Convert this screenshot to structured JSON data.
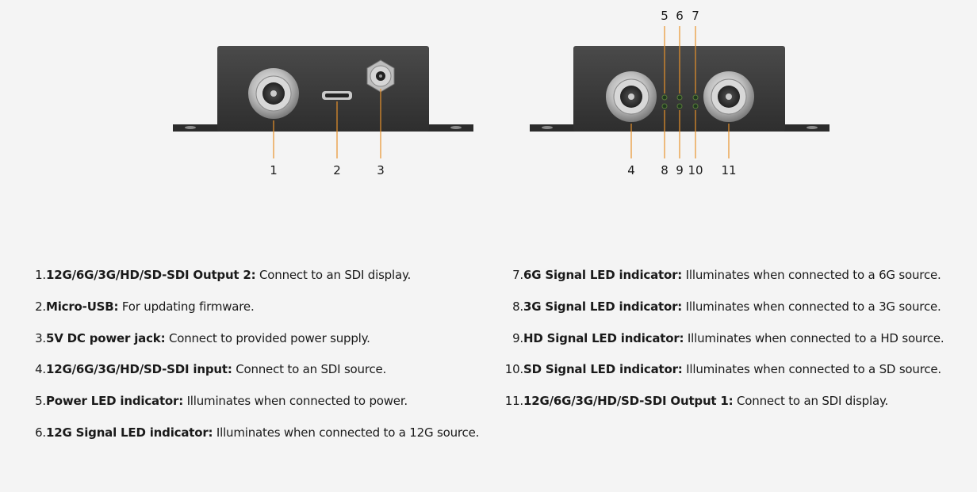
{
  "callouts": {
    "c1": "1",
    "c2": "2",
    "c3": "3",
    "c4": "4",
    "c5": "5",
    "c6": "6",
    "c7": "7",
    "c8": "8",
    "c9": "9",
    "c10": "10",
    "c11": "11"
  },
  "colors": {
    "leader_line": "#e8922b",
    "device_body": "#3a3a3a",
    "background": "#f4f4f4"
  },
  "descriptions_left": [
    {
      "num": "1.",
      "label": "12G/6G/3G/HD/SD-SDI Output 2:",
      "text": " Connect to an SDI display."
    },
    {
      "num": "2.",
      "label": "Micro-USB:",
      "text": " For updating firmware."
    },
    {
      "num": "3.",
      "label": "5V DC power jack:",
      "text": " Connect to provided power supply."
    },
    {
      "num": "4.",
      "label": "12G/6G/3G/HD/SD-SDI input:",
      "text": " Connect to an SDI source."
    },
    {
      "num": "5.",
      "label": "Power LED indicator:",
      "text": " Illuminates when connected to power."
    },
    {
      "num": "6.",
      "label": "12G Signal LED indicator:",
      "text": " Illuminates when connected to a 12G source."
    }
  ],
  "descriptions_right": [
    {
      "num": "7.",
      "label": "6G Signal LED indicator:",
      "text": " Illuminates when connected to a 6G source."
    },
    {
      "num": "8.",
      "label": "3G Signal LED indicator:",
      "text": " Illuminates when connected to a 3G source."
    },
    {
      "num": "9.",
      "label": "HD Signal LED indicator:",
      "text": " Illuminates when connected to a HD source."
    },
    {
      "num": "10.",
      "label": "SD Signal LED indicator:",
      "text": " Illuminates when connected to a SD source."
    },
    {
      "num": "11.",
      "label": "12G/6G/3G/HD/SD-SDI Output 1:",
      "text": " Connect to an SDI display."
    }
  ]
}
